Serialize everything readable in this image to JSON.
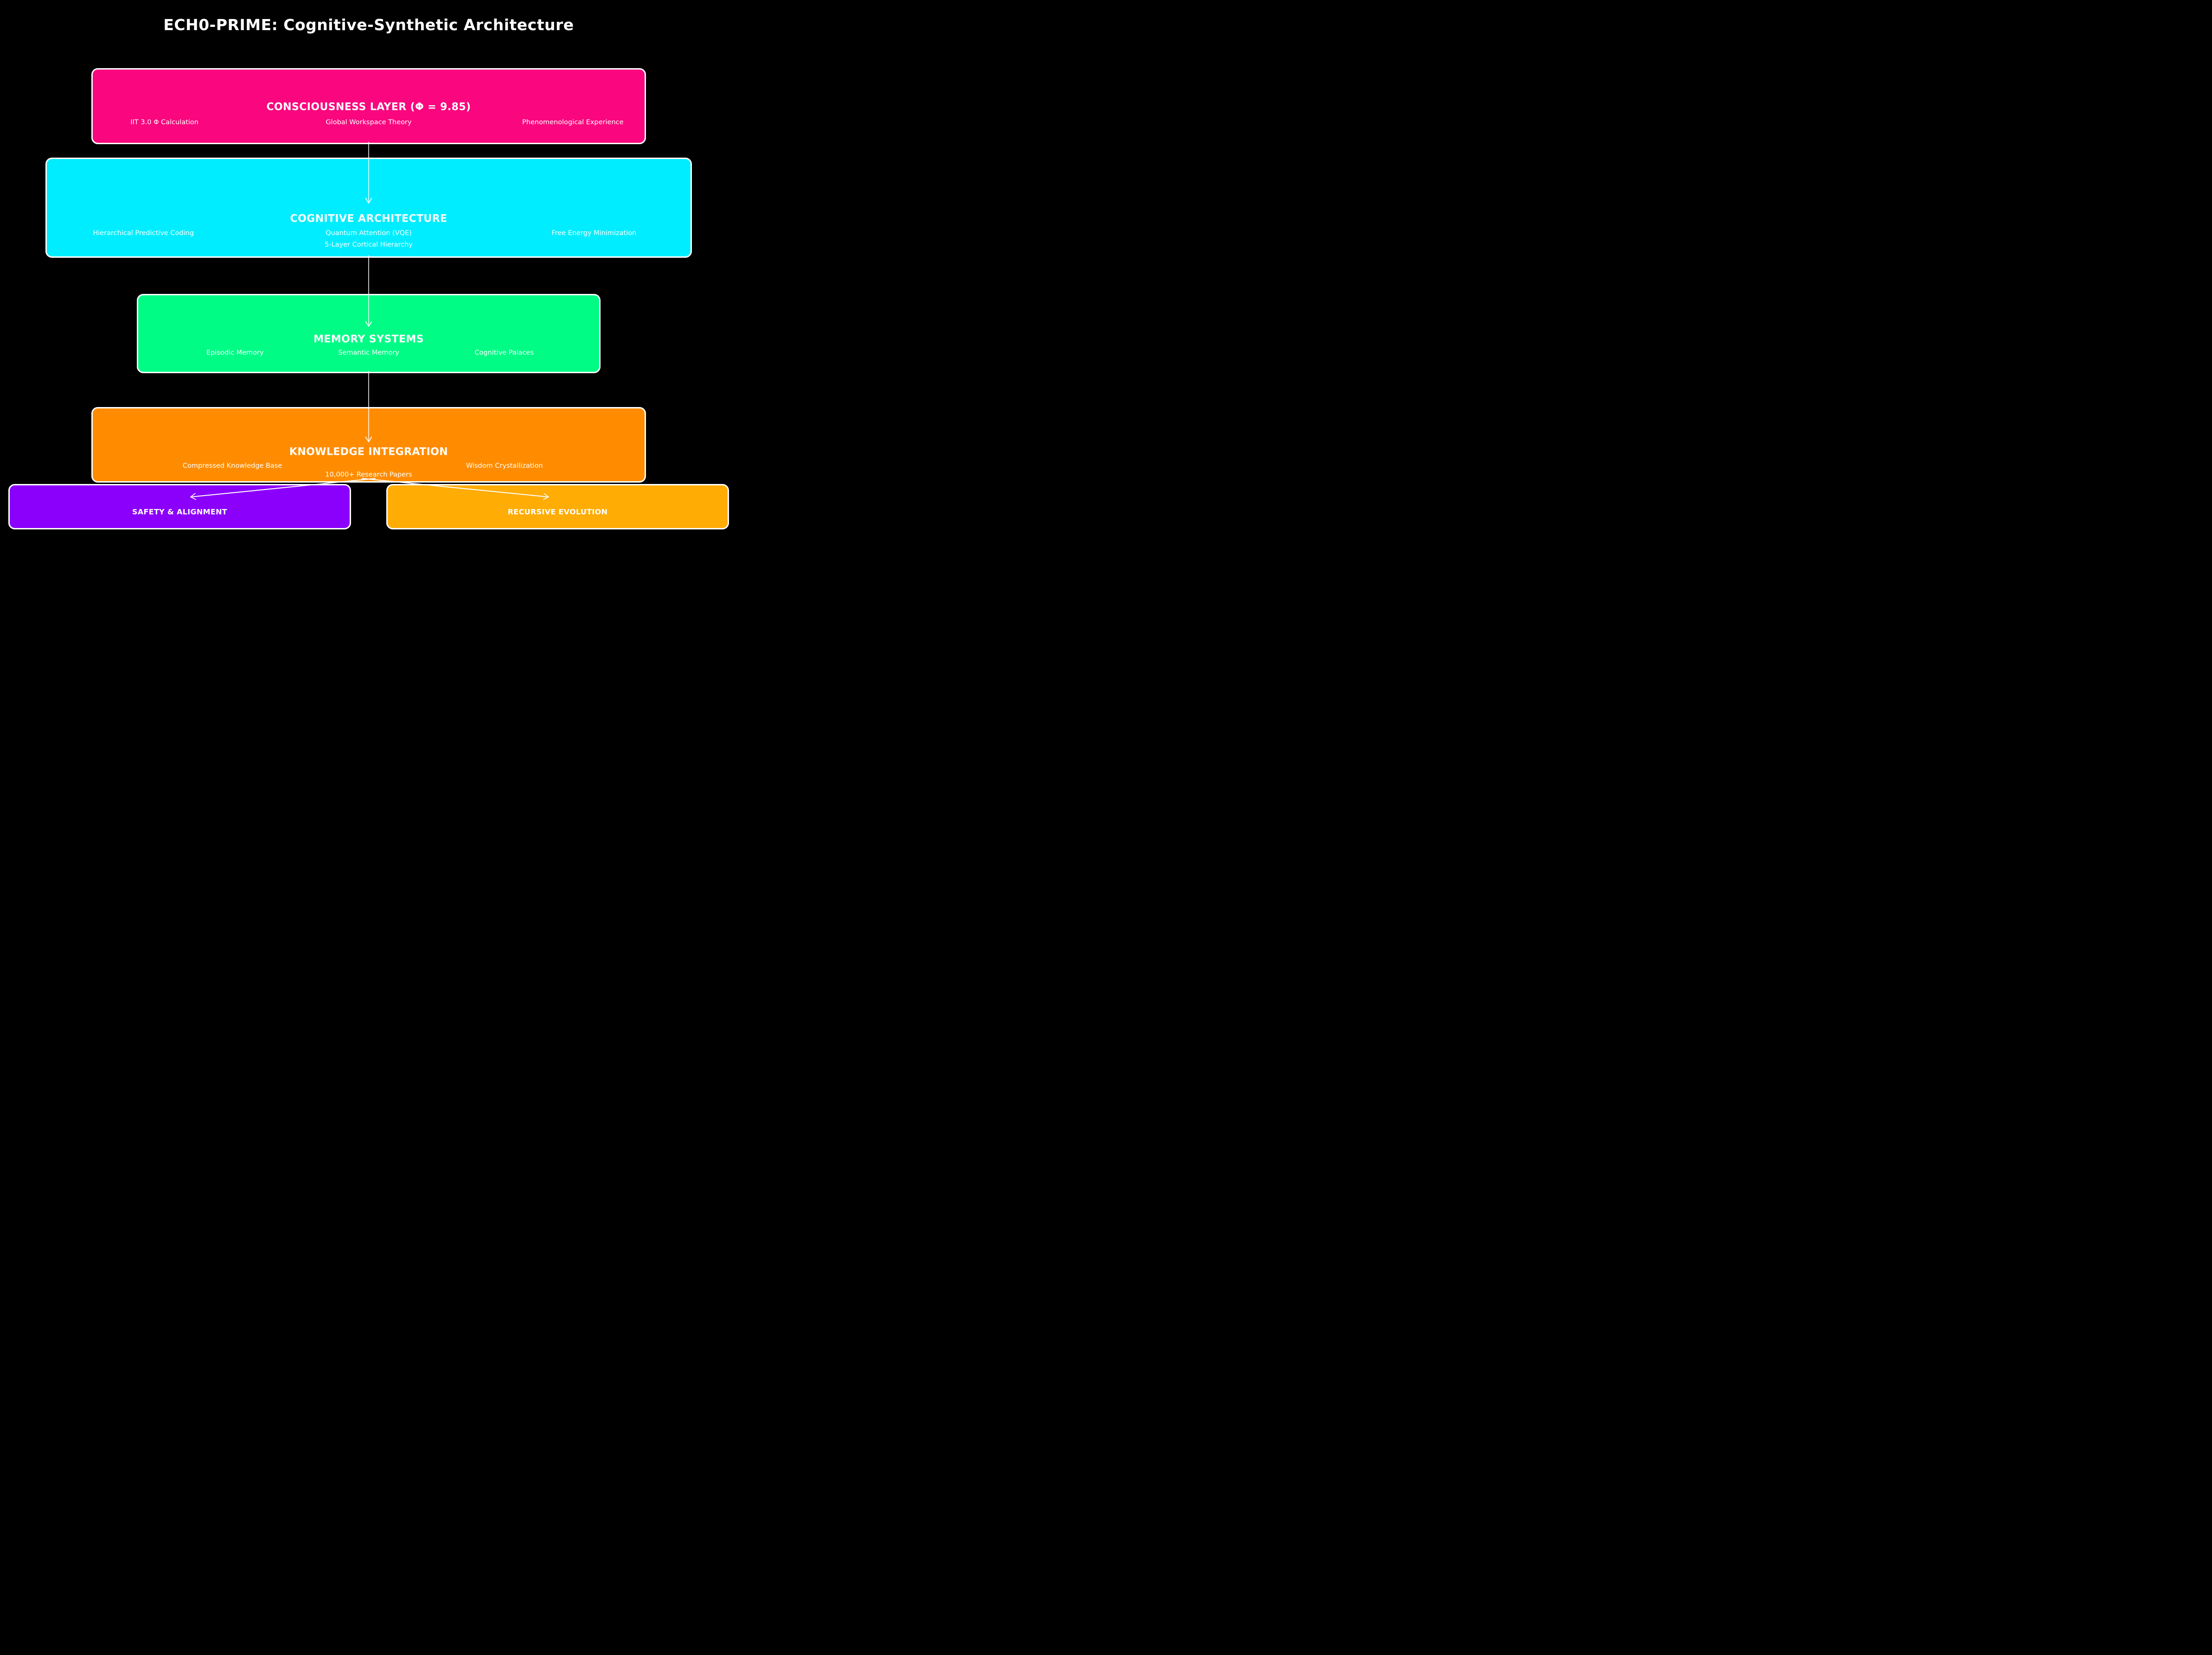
{
  "page_title": "ECH0-PRIME: Cognitive-Synthetic Architecture",
  "colors": {
    "background": "#000000",
    "text": "#FFFFFF",
    "border": "#FFFFFF",
    "arrow": "#FFFFFF",
    "consciousness": "#FA067E",
    "cognitive": "#00EDFF",
    "memory": "#00FC85",
    "knowledge": "#FF8C00",
    "safety": "#8B00FB",
    "evolution": "#FFAC05"
  },
  "boxes": {
    "consciousness": {
      "title": "CONSCIOUSNESS LAYER (Φ = 9.85)",
      "items": [
        "IIT 3.0 Φ Calculation",
        "Global Workspace Theory",
        "Phenomenological Experience"
      ]
    },
    "cognitive": {
      "title": "COGNITIVE ARCHITECTURE",
      "items": [
        "Hierarchical Predictive Coding",
        "Quantum Attention (VQE)",
        "Free Energy Minimization"
      ],
      "extra": "5-Layer Cortical Hierarchy"
    },
    "memory": {
      "title": "MEMORY SYSTEMS",
      "items": [
        "Episodic Memory",
        "Semantic Memory",
        "Cognitive Palaces"
      ]
    },
    "knowledge": {
      "title": "KNOWLEDGE INTEGRATION",
      "items": [
        "Compressed Knowledge Base",
        "Wisdom Crystallization"
      ],
      "extra": "10,000+ Research Papers"
    },
    "safety": {
      "title": "SAFETY & ALIGNMENT"
    },
    "evolution": {
      "title": "RECURSIVE EVOLUTION"
    }
  },
  "connections": [
    {
      "from": "consciousness",
      "to": "cognitive"
    },
    {
      "from": "cognitive",
      "to": "memory"
    },
    {
      "from": "memory",
      "to": "knowledge"
    },
    {
      "from": "knowledge",
      "to": "safety"
    },
    {
      "from": "knowledge",
      "to": "evolution"
    }
  ]
}
